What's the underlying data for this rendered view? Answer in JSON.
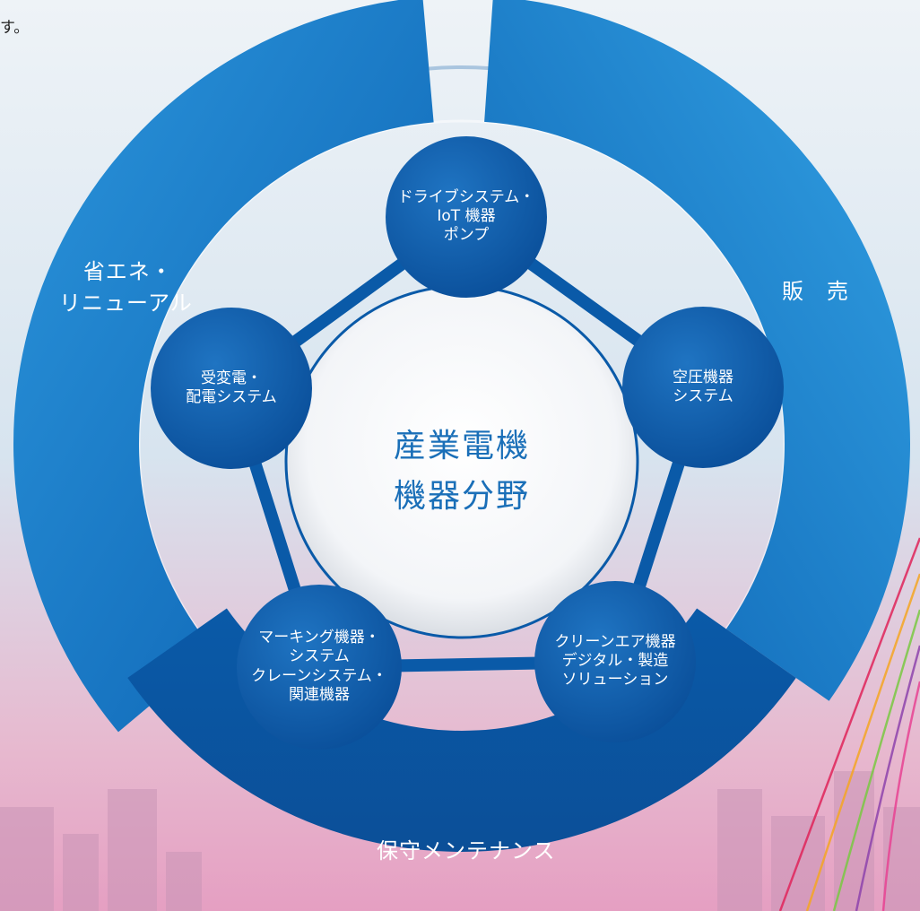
{
  "top_note": "す。",
  "center": {
    "line1": "産業電機",
    "line2": "機器分野"
  },
  "outer_segments": {
    "left": {
      "line1": "省エネ・",
      "line2": "リニューアル"
    },
    "right": {
      "line1": "販　売"
    },
    "bottom": {
      "line1": "保守メンテナンス"
    }
  },
  "nodes": [
    {
      "id": "top",
      "lines": [
        "ドライブシステム・",
        "IoT 機器",
        "ポンプ"
      ]
    },
    {
      "id": "right",
      "lines": [
        "空圧機器",
        "システム"
      ]
    },
    {
      "id": "bottom-right",
      "lines": [
        "クリーンエア機器",
        "デジタル・製造",
        "ソリューション"
      ]
    },
    {
      "id": "bottom-left",
      "lines": [
        "マーキング機器・",
        "システム",
        "クレーンシステム・",
        "関連機器"
      ]
    },
    {
      "id": "left",
      "lines": [
        "受変電・",
        "配電システム"
      ]
    }
  ],
  "colors": {
    "primary": "#0b63b3",
    "node": "#0a5aa8",
    "center_text": "#1a6fb8"
  }
}
